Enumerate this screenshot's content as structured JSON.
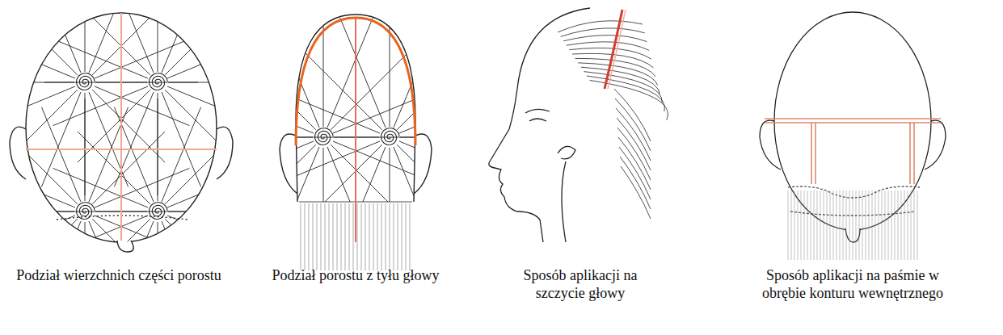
{
  "diagram": {
    "labels": [
      "Podział wierzchnich części porostu",
      "Podział porostu z tyłu głowy",
      "Sposób aplikacji na szczycie głowy",
      "Sposób aplikacji na paśmie w obrębie konturu wewnętrznego"
    ]
  }
}
